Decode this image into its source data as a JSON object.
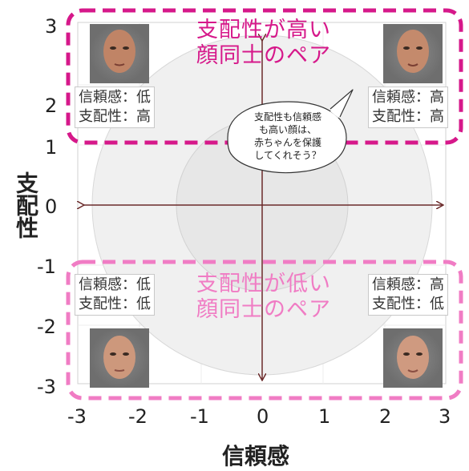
{
  "axes": {
    "x_title": "信頼感",
    "y_title": "支配性",
    "x_ticks": [
      "-3",
      "-2",
      "-1",
      "0",
      "1",
      "2",
      "3"
    ],
    "y_ticks": [
      "3",
      "2",
      "1",
      "0",
      "-1",
      "-2",
      "-3"
    ]
  },
  "groups": {
    "high": {
      "title_line1": "支配性が高い",
      "title_line2": "顔同士のペア",
      "color": "#d6188a"
    },
    "low": {
      "title_line1": "支配性が低い",
      "title_line2": "顔同士のペア",
      "color": "#f07cc4"
    }
  },
  "faces": {
    "top_left": {
      "line1": "信頼感：低",
      "line2": "支配性：高"
    },
    "top_right": {
      "line1": "信頼感：高",
      "line2": "支配性：高"
    },
    "bottom_left": {
      "line1": "信頼感：低",
      "line2": "支配性：低"
    },
    "bottom_right": {
      "line1": "信頼感：高",
      "line2": "支配性：低"
    }
  },
  "bubble": {
    "line1": "支配性も信頼感",
    "line2": "も高い顔は、",
    "line3": "赤ちゃんを保護",
    "line4": "してくれそう？"
  }
}
